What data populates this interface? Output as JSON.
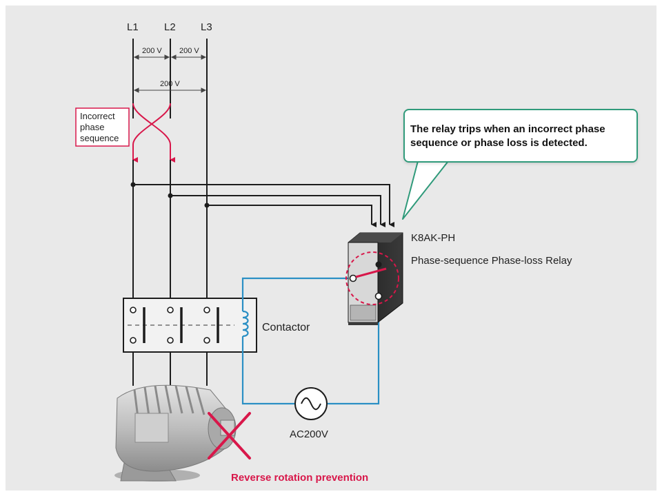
{
  "lines": {
    "l1": "L1",
    "l2": "L2",
    "l3": "L3"
  },
  "voltages": {
    "l1_l2": "200 V",
    "l2_l3": "200 V",
    "l1_l3": "200 V"
  },
  "incorrect_phase_note": [
    "Incorrect",
    "phase",
    "sequence"
  ],
  "callout": {
    "text": "The relay trips when an incorrect phase sequence or phase loss is detected."
  },
  "relay": {
    "model": "K8AK-PH",
    "description": "Phase-sequence Phase-loss Relay"
  },
  "contactor": {
    "label": "Contactor"
  },
  "power_source": {
    "label": "AC200V"
  },
  "motor": {
    "note": "Reverse rotation prevention"
  },
  "colors": {
    "wire": "#1c1c1c",
    "control_wire": "#2a8fc4",
    "warning": "#d8174a",
    "callout_border": "#2f9a7a"
  }
}
